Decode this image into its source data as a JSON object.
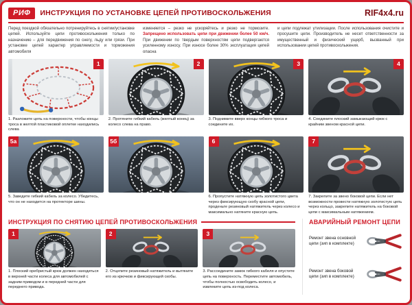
{
  "colors": {
    "accent": "#cf1b28"
  },
  "header": {
    "brand": "РИФ",
    "title": "ИНСТРУКЦИЯ ПО УСТАНОВКЕ ЦЕПЕЙ ПРОТИВОСКОЛЬЖЕНИЯ",
    "site": "RIF4x4.ru"
  },
  "intro": {
    "col1": "Перед поездкой обязательно потренируйтесь в снятии/установке цепей. Используйте цепи противоскольжения только по назначению – для передвижения по снегу, льду или грязи. При установке цепей характер управляемости и торможения автомобиля",
    "col2_pre": "изменяется – резко не ускоряйтесь и резко не тормозите. ",
    "col2_red": "Запрещено использовать цепи при движении более 50 км/ч.",
    "col2_post": " При движении по твердым поверхностям цепи подвергаются усиленному износу. При износе более 30% эксплуатация цепей опасна",
    "col3": "и цепи подлежат утилизации. После использования очистите и просушите цепи. Производитель не несет ответственности за имущественный и физический ущерб, вызванный при использовании цепей противоскольжения."
  },
  "install": {
    "steps": [
      {
        "num": "1",
        "caption": "1. Разложите цепь на поверхности, чтобы концы троса в желтой пластиковой оплетке находились слева"
      },
      {
        "num": "2",
        "caption": "2. Протяните гибкий кабель (желтый конец) за колесо слева на право."
      },
      {
        "num": "3",
        "caption": "3. Поднимите вверх концы гибкого троса и соедините их."
      },
      {
        "num": "4",
        "caption": "4. Соедините плоский замыкающий крюк с крайним звеном красной цепи."
      },
      {
        "num": "5а",
        "caption": "5. Заведите гибкий кабель за колесо. Убедитесь, что он не находится на протекторе шины."
      },
      {
        "num": "5б",
        "caption": ""
      },
      {
        "num": "6",
        "caption": "6. Пропустите натяжную цепь золотистого цвета через фиксирующую скобу красной цепи, проденьте резиновый натяжитель через колесо и максимально натяните красную цепь."
      },
      {
        "num": "7",
        "caption": "7. Закрепите за звено боковой цепи. Если нет возможности провести натяжную золотистую цепь через кольцо, закрепите натяжитель на боковой цепи с максимальным натяжением."
      }
    ]
  },
  "removal": {
    "title": "ИНСТРУКЦИЯ ПО СНЯТИЮ ЦЕПЕЙ ПРОТИВОСКОЛЬЖЕНИЯ",
    "steps": [
      {
        "num": "1",
        "caption": "1. Плоский оребристый крюк должен находиться в верхней части колеса для автомобилей с задним приводом и в передней части для переднего привода."
      },
      {
        "num": "2",
        "caption": "2. Отцепите резиновый натяжитель и вытяните его из крючков и фиксирующей скобы."
      },
      {
        "num": "3",
        "caption": "3. Рассоедините замок гибкого кабеля и опустите цепь на поверхность. Переместите автомобиль, чтобы полностью освободить колесо, и извлеките цепь из-под колеса."
      }
    ]
  },
  "repair": {
    "title": "АВАРИЙНЫЙ РЕМОНТ ЦЕПИ",
    "items": [
      {
        "caption": "Ремонт звена основной цепи (зип в комплекте)"
      },
      {
        "caption": "Ремонт звена боковой цепи (зип в комплекте)"
      }
    ]
  }
}
